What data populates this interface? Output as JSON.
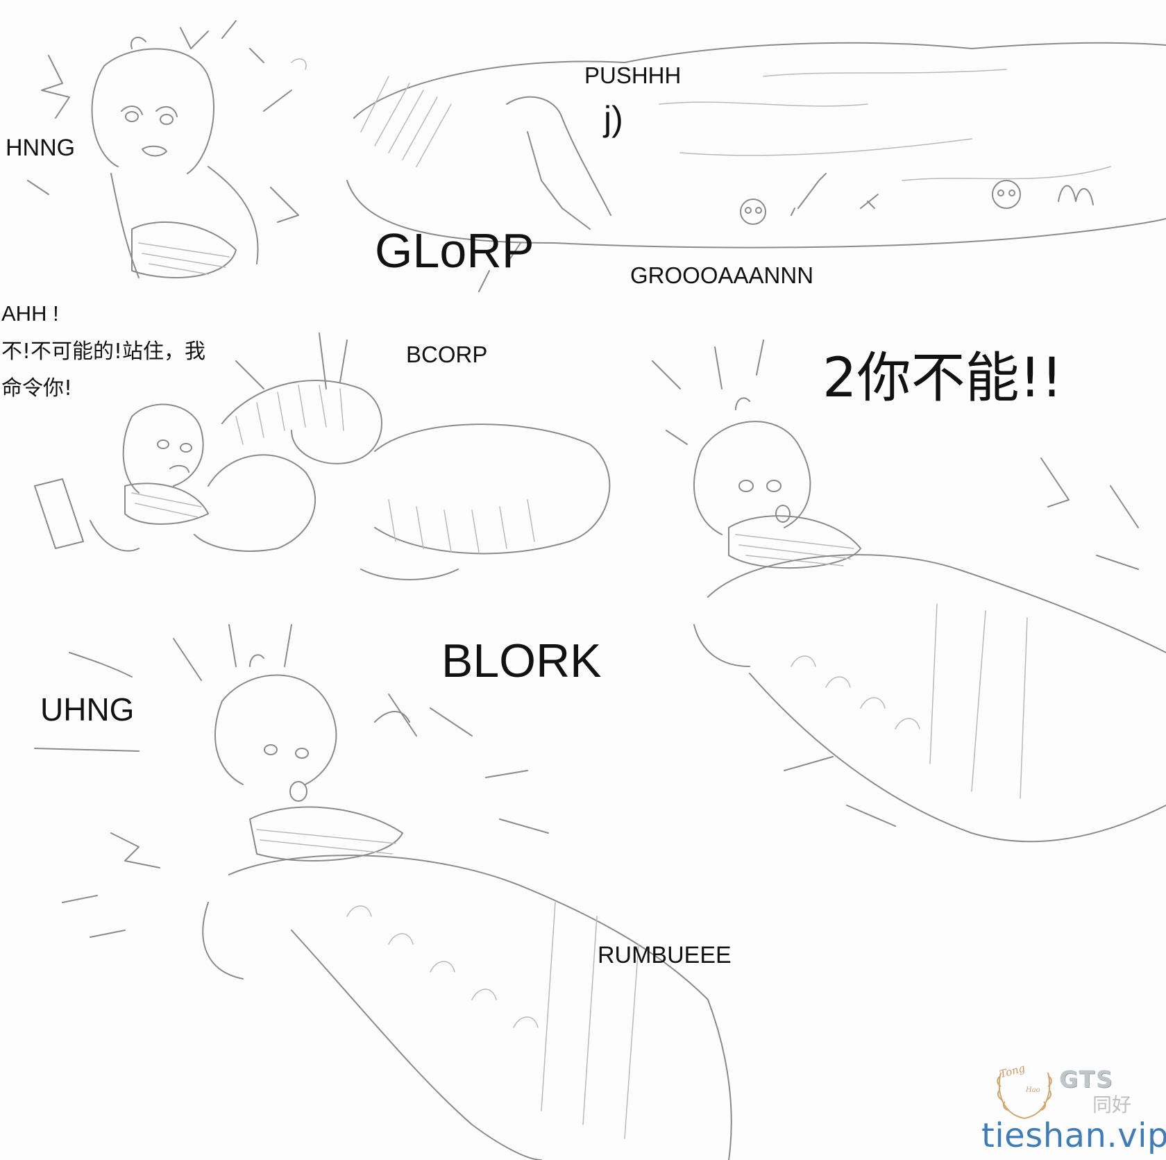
{
  "panels": {
    "panel_1": {
      "sfx": "HNNG"
    },
    "panel_2": {
      "sfx_push": "PUSHHH",
      "sfx_j": "j)",
      "sfx_glorp": "GLoRP",
      "sfx_groan": "GROOOAAANNN"
    },
    "panel_3": {
      "sfx_ahh": "AHH !",
      "dialogue_line1": "不!不可能的!站住，我",
      "dialogue_line2": "命令你!",
      "sfx_bcorp": "BCORP"
    },
    "panel_4": {
      "dialogue": "2你不能!!"
    },
    "panel_5": {
      "sfx_blork": "BLORK",
      "sfx_uhng": "UHNG",
      "sfx_rumble": "RUMBUEEE"
    }
  },
  "watermark": {
    "script_top": "Tong",
    "script_bottom": "Hao",
    "logo": "GTS",
    "logo_sub": "同好",
    "site": "tieshan.vip",
    "colors": {
      "site": "#3f7dba",
      "logo": "#bfc6c9",
      "laurel": "#d3a56a"
    }
  }
}
